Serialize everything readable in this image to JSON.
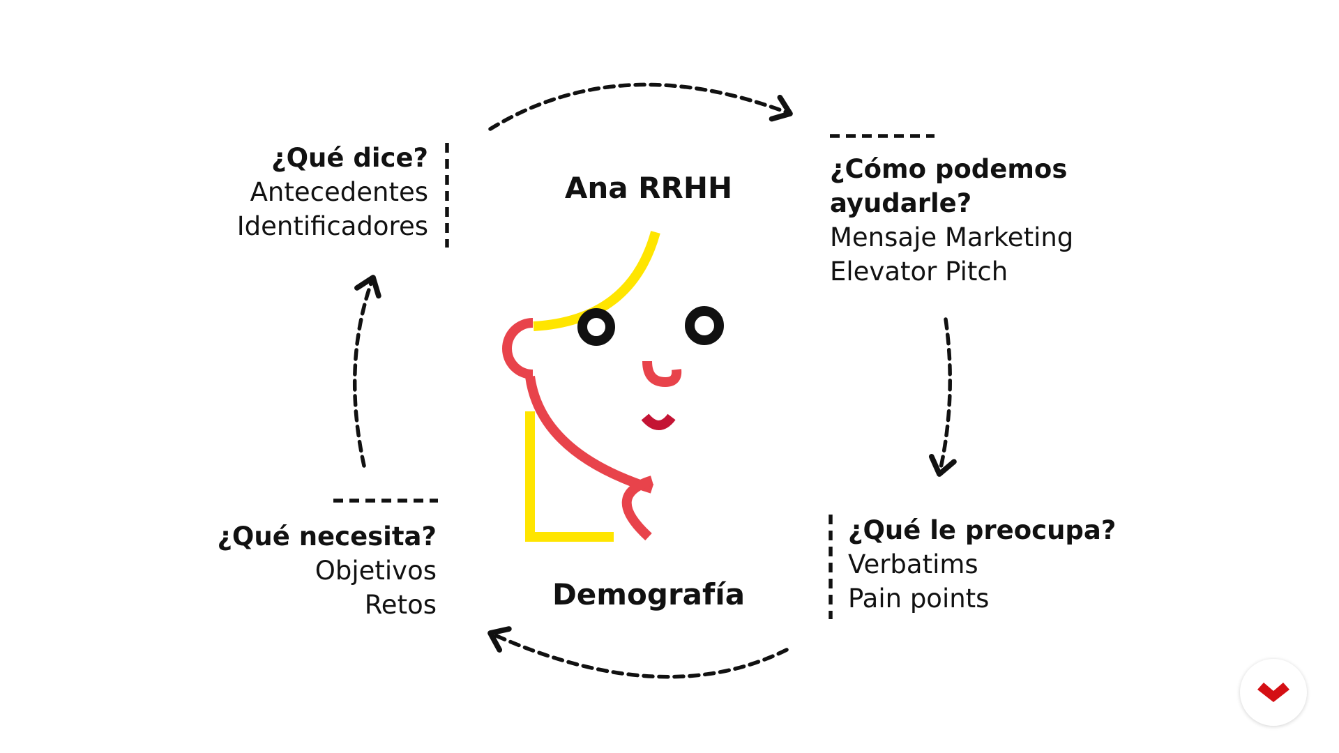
{
  "persona": {
    "name": "Ana RRHH",
    "subtitle": "Demografía"
  },
  "blocks": {
    "top_left": {
      "question": "¿Qué dice?",
      "items": [
        "Antecedentes",
        "Identificadores"
      ]
    },
    "top_right": {
      "question_lines": [
        "¿Cómo podemos",
        "ayudarle?"
      ],
      "items": [
        "Mensaje Marketing",
        "Elevator Pitch"
      ]
    },
    "bottom_left": {
      "question": "¿Qué necesita?",
      "items": [
        "Objetivos",
        "Retos"
      ]
    },
    "bottom_right": {
      "question": "¿Qué le preocupa?",
      "items": [
        "Verbatims",
        "Pain points"
      ]
    }
  },
  "colors": {
    "yellow": "#FFE500",
    "coral": "#E8434B",
    "crimson": "#C41434",
    "black": "#111111",
    "logo_red": "#D40F14"
  },
  "icons": [
    "persona-face-icon",
    "cycle-arrows",
    "brand-logo-icon"
  ]
}
